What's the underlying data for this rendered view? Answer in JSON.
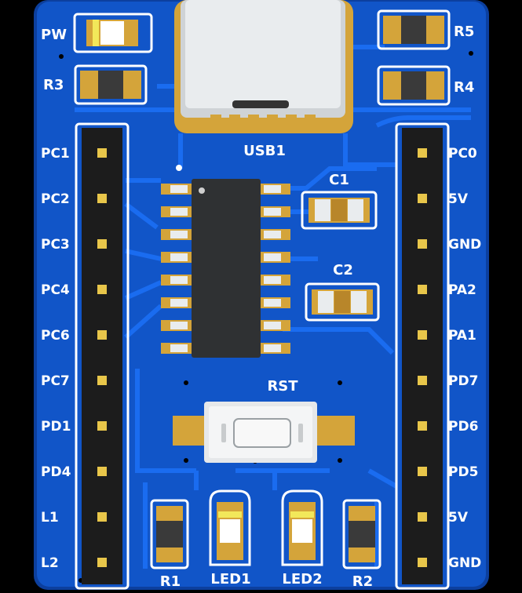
{
  "board": {
    "colors": {
      "background": "#000000",
      "pcb": "#1155c8",
      "pcb_edge": "#0c3f9e",
      "trace": "#1a6cf0",
      "silkscreen": "#ffffff",
      "copper": "#d4a43a",
      "header": "#1c1c1c",
      "pin": "#e8c64a"
    },
    "top_labels": {
      "pw": "PW",
      "r3": "R3",
      "r5": "R5",
      "r4": "R4",
      "usb": "USB1",
      "c1": "C1",
      "c2": "C2",
      "rst": "RST"
    },
    "left_pins": [
      "PC1",
      "PC2",
      "PC3",
      "PC4",
      "PC6",
      "PC7",
      "PD1",
      "PD4",
      "L1",
      "L2"
    ],
    "right_pins": [
      "PC0",
      "5V",
      "GND",
      "PA2",
      "PA1",
      "PD7",
      "PD6",
      "PD5",
      "5V",
      "GND"
    ],
    "bottom_labels": {
      "r1": "R1",
      "led1": "LED1",
      "led2": "LED2",
      "r2": "R2"
    }
  }
}
